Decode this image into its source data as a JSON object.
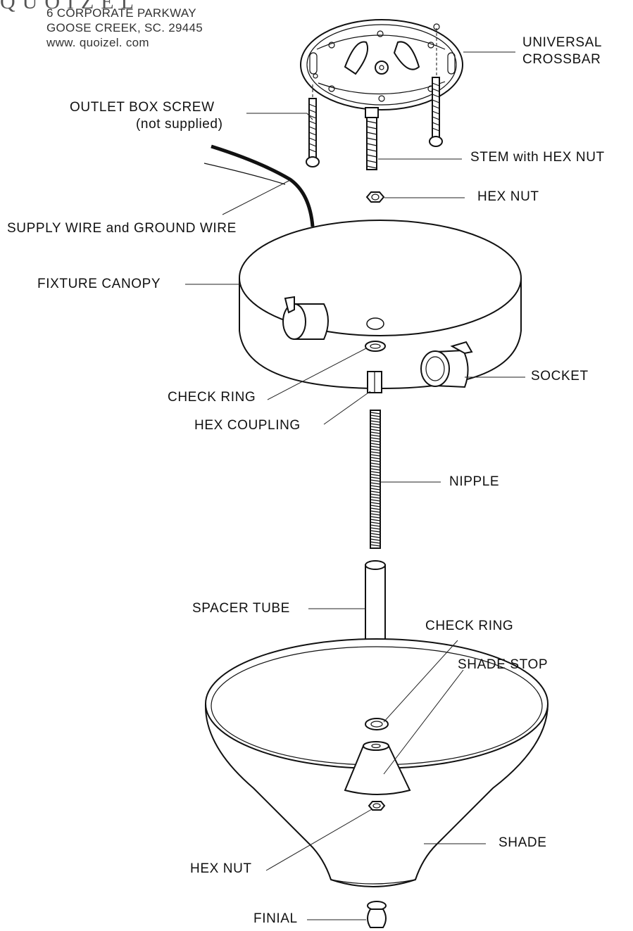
{
  "company": {
    "logo_text": "QUOIZEL",
    "address_line1": "6 CORPORATE PARKWAY",
    "address_line2": "GOOSE CREEK, SC. 29445",
    "website": "www. quoizel. com"
  },
  "labels": {
    "universal_crossbar_1": "UNIVERSAL",
    "universal_crossbar_2": "CROSSBAR",
    "outlet_box_screw": "OUTLET BOX SCREW",
    "not_supplied": "(not supplied)",
    "stem_with_hex_nut": "STEM with HEX NUT",
    "hex_nut_top": "HEX NUT",
    "supply_wire": "SUPPLY WIRE and GROUND WIRE",
    "fixture_canopy": "FIXTURE CANOPY",
    "socket": "SOCKET",
    "check_ring_top": "CHECK RING",
    "hex_coupling": "HEX COUPLING",
    "nipple": "NIPPLE",
    "spacer_tube": "SPACER TUBE",
    "check_ring_bottom": "CHECK RING",
    "shade_stop": "SHADE STOP",
    "shade": "SHADE",
    "hex_nut_bottom": "HEX NUT",
    "finial": "FINIAL"
  }
}
